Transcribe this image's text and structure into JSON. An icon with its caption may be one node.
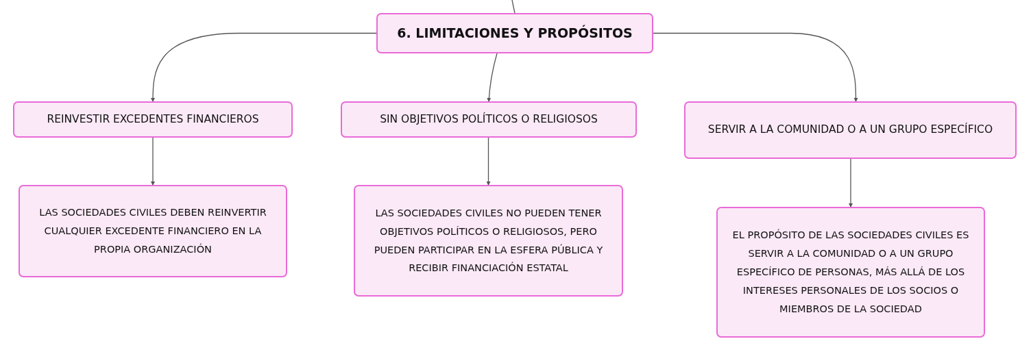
{
  "diagram": {
    "nodes": [
      {
        "text": [
          "6. LIMITACIONES Y PROPÓSITOS"
        ]
      },
      {
        "text": [
          "REINVESTIR EXCEDENTES FINANCIEROS"
        ]
      },
      {
        "text": [
          "SIN OBJETIVOS POLÍTICOS O RELIGIOSOS"
        ]
      },
      {
        "text": [
          "SERVIR A LA COMUNIDAD O A UN GRUPO ESPECÍFICO"
        ]
      },
      {
        "text": [
          "LAS SOCIEDADES CIVILES DEBEN REINVERTIR CUALQUIER EXCEDENTE FINANCIERO EN LA PROPIA ORGANIZACIÓN"
        ]
      },
      {
        "text": [
          "LAS SOCIEDADES CIVILES NO PUEDEN TENER OBJETIVOS POLÍTICOS O RELIGIOSOS, PERO PUEDEN PARTICIPAR EN LA ESFERA PÚBLICA Y RECIBIR FINANCIACIÓN ESTATAL"
        ]
      },
      {
        "text": [
          "EL PROPÓSITO DE LAS SOCIEDADES CIVILES ES SERVIR A LA COMUNIDAD O A UN GRUPO ESPECÍFICO DE PERSONAS, MÁS ALLÁ DE LOS INTERESES PERSONALES DE LOS SOCIOS O MIEMBROS DE LA SOCIEDAD"
        ]
      }
    ],
    "edges": [
      {
        "from": null,
        "to": 0,
        "arrow": "none"
      },
      {
        "from": 0,
        "to": 1,
        "arrow": "to"
      },
      {
        "from": 0,
        "to": 2,
        "arrow": "to"
      },
      {
        "from": 0,
        "to": 3,
        "arrow": "to"
      },
      {
        "from": 1,
        "to": 4,
        "arrow": "to"
      },
      {
        "from": 2,
        "to": 5,
        "arrow": "to"
      },
      {
        "from": 3,
        "to": 6,
        "arrow": "to"
      }
    ]
  }
}
